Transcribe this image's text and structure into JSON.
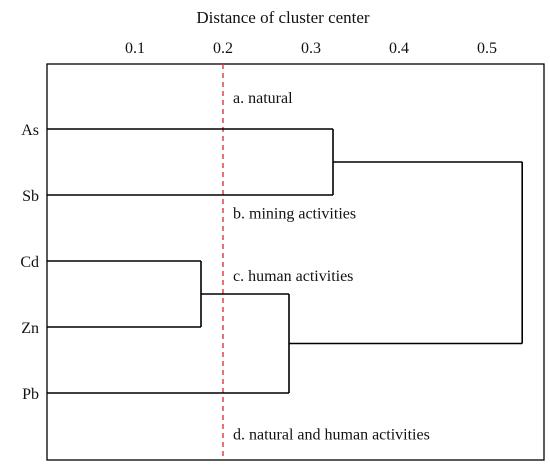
{
  "chart_data": {
    "type": "dendrogram",
    "title": "",
    "xlabel": "Distance of cluster center",
    "ylabel": "",
    "xlim": [
      0,
      0.55
    ],
    "ticks": [
      {
        "value": 0.1,
        "label": "0.1"
      },
      {
        "value": 0.2,
        "label": "0.2"
      },
      {
        "value": 0.3,
        "label": "0.3"
      },
      {
        "value": 0.4,
        "label": "0.4"
      },
      {
        "value": 0.5,
        "label": "0.5"
      }
    ],
    "leaves": [
      "As",
      "Sb",
      "Cd",
      "Zn",
      "Pb"
    ],
    "merges": [
      {
        "id": "m1",
        "children": [
          "As",
          "Sb"
        ],
        "distance": 0.325
      },
      {
        "id": "m2",
        "children": [
          "Cd",
          "Zn"
        ],
        "distance": 0.175
      },
      {
        "id": "m3",
        "children": [
          "m2",
          "Pb"
        ],
        "distance": 0.275
      },
      {
        "id": "m4",
        "children": [
          "m1",
          "m3"
        ],
        "distance": 0.54
      }
    ],
    "cut_line": {
      "distance": 0.2,
      "style": "dashed",
      "color": "#d93a3a"
    },
    "annotations": [
      {
        "text": "a. natural",
        "after_leaf": -0.5
      },
      {
        "text": "b. mining activities",
        "after_leaf": 1.25
      },
      {
        "text": "c. human activities",
        "after_leaf": 2.2
      },
      {
        "text": "d. natural and human activities",
        "after_leaf": 4.6
      }
    ],
    "grid": false,
    "line_color": "#000000"
  }
}
